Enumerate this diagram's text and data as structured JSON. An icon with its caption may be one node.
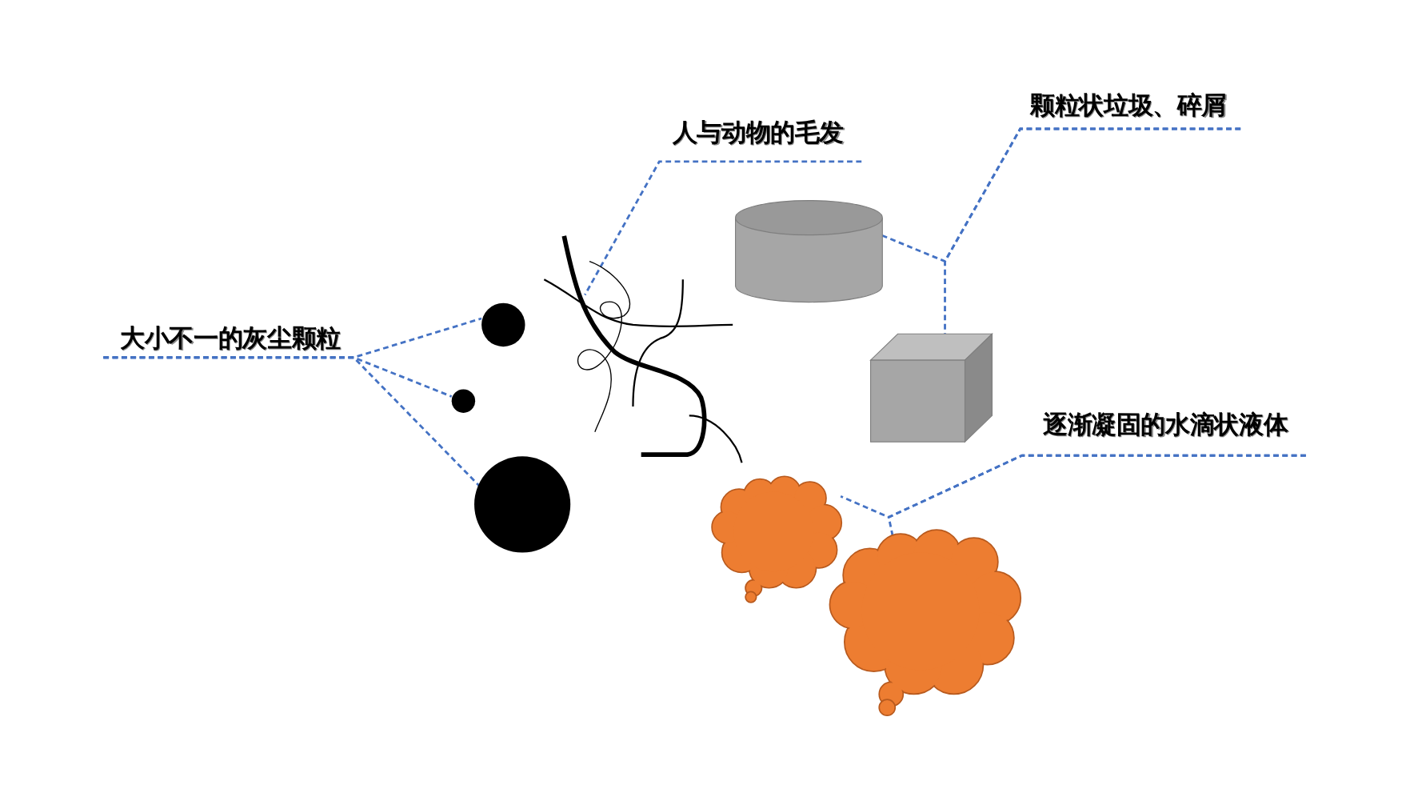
{
  "diagram": {
    "nodes": [
      {
        "text": [
          "大小不一的灰尘颗粒"
        ]
      },
      {
        "text": [],
        "shape": "circle"
      },
      {
        "text": [],
        "shape": "circle"
      },
      {
        "text": [],
        "shape": "circle"
      },
      {
        "text": [
          "人与动物的毛发"
        ]
      },
      {
        "text": [],
        "shape": "picture"
      },
      {
        "text": [
          "颗粒状垃圾、碎屑"
        ]
      },
      {
        "text": [],
        "shape": "cylinder"
      },
      {
        "text": [],
        "shape": "box"
      },
      {
        "text": [
          "逐渐凝固的水滴状液体"
        ]
      },
      {
        "text": [],
        "shape": "cloud"
      },
      {
        "text": [],
        "shape": "cloud"
      }
    ],
    "edges": [
      {
        "from": 0,
        "to": 1,
        "arrow": "none",
        "style": "dashed"
      },
      {
        "from": 0,
        "to": 2,
        "arrow": "none",
        "style": "dashed"
      },
      {
        "from": 0,
        "to": 3,
        "arrow": "none",
        "style": "dashed"
      },
      {
        "from": 4,
        "to": 5,
        "arrow": "none",
        "style": "dashed"
      },
      {
        "from": 6,
        "to": 7,
        "arrow": "none",
        "style": "dashed"
      },
      {
        "from": 6,
        "to": 8,
        "arrow": "none",
        "style": "dashed"
      },
      {
        "from": 9,
        "to": 10,
        "arrow": "none",
        "style": "dashed"
      },
      {
        "from": 9,
        "to": 11,
        "arrow": "none",
        "style": "dashed"
      }
    ]
  }
}
